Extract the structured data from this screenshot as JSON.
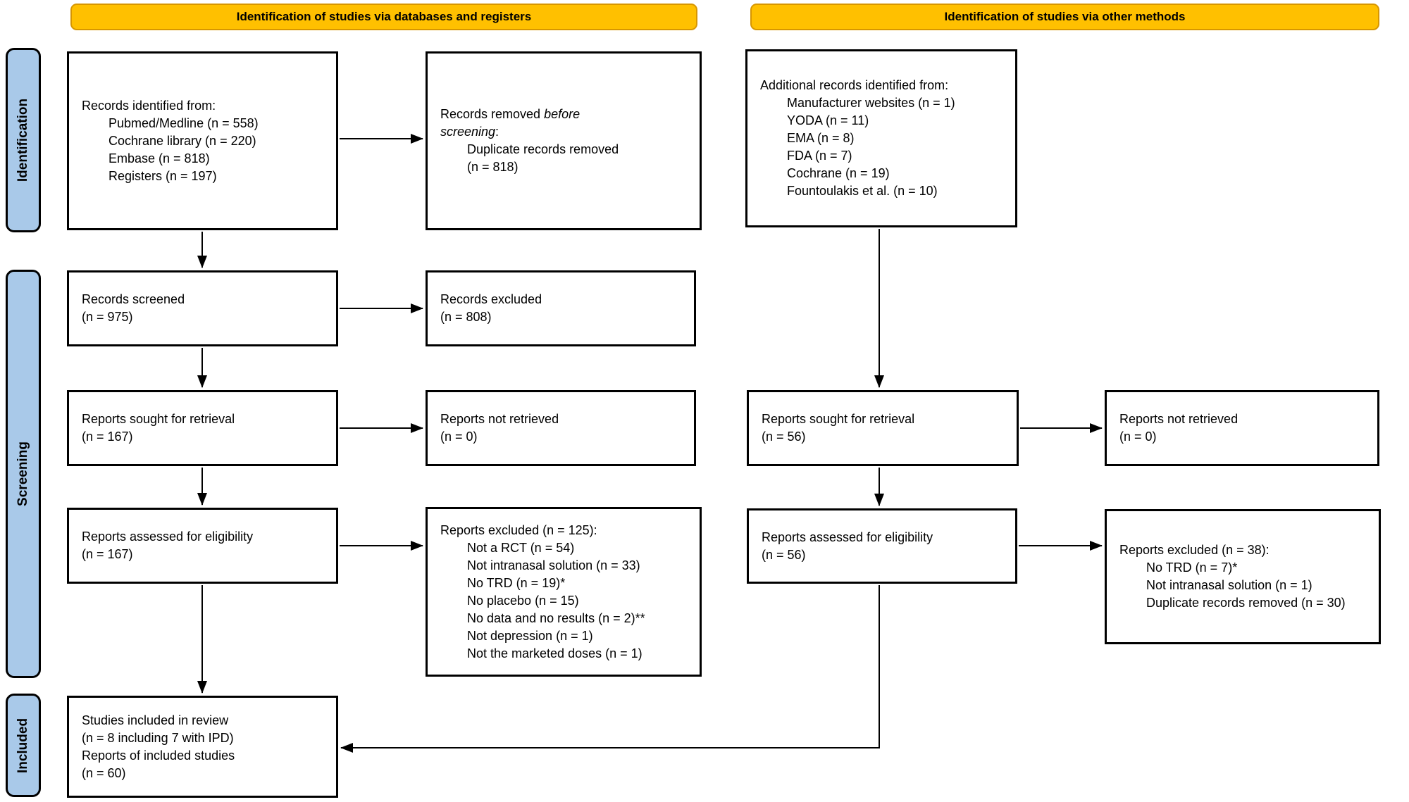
{
  "headers": {
    "left": "Identification of studies via databases and registers",
    "right": "Identification of studies via other methods"
  },
  "stages": {
    "identification": "Identification",
    "screening": "Screening",
    "included": "Included"
  },
  "colors": {
    "banner_fill": "#FFC000",
    "banner_border": "#D79600",
    "stage_fill": "#A9C9E9",
    "box_border": "#000000",
    "arrow_color": "#000000"
  },
  "boxes": {
    "records_identified": {
      "lines": [
        {
          "indent": false,
          "segments": [
            {
              "text": "Records identified from:"
            }
          ]
        },
        {
          "indent": true,
          "segments": [
            {
              "text": "Pubmed/Medline (n = 558)"
            }
          ]
        },
        {
          "indent": true,
          "segments": [
            {
              "text": "Cochrane library (n = 220)"
            }
          ]
        },
        {
          "indent": true,
          "segments": [
            {
              "text": "Embase (n = 818)"
            }
          ]
        },
        {
          "indent": true,
          "segments": [
            {
              "text": "Registers (n = 197)"
            }
          ]
        }
      ]
    },
    "records_removed": {
      "lines": [
        {
          "indent": false,
          "segments": [
            {
              "text": "Records removed "
            },
            {
              "text": "before",
              "italic": true
            }
          ]
        },
        {
          "indent": false,
          "segments": [
            {
              "text": "screening",
              "italic": true
            },
            {
              "text": ":"
            }
          ]
        },
        {
          "indent": true,
          "segments": [
            {
              "text": "Duplicate records removed"
            }
          ]
        },
        {
          "indent": true,
          "segments": [
            {
              "text": "(n = 818)"
            }
          ]
        }
      ]
    },
    "records_screened": {
      "lines": [
        {
          "indent": false,
          "segments": [
            {
              "text": "Records screened"
            }
          ]
        },
        {
          "indent": false,
          "segments": [
            {
              "text": "(n = 975)"
            }
          ]
        }
      ]
    },
    "records_excluded": {
      "lines": [
        {
          "indent": false,
          "segments": [
            {
              "text": "Records excluded"
            }
          ]
        },
        {
          "indent": false,
          "segments": [
            {
              "text": "(n = 808)"
            }
          ]
        }
      ]
    },
    "reports_sought_db": {
      "lines": [
        {
          "indent": false,
          "segments": [
            {
              "text": "Reports sought for retrieval"
            }
          ]
        },
        {
          "indent": false,
          "segments": [
            {
              "text": "(n = 167)"
            }
          ]
        }
      ]
    },
    "reports_not_retrieved_db": {
      "lines": [
        {
          "indent": false,
          "segments": [
            {
              "text": "Reports not retrieved"
            }
          ]
        },
        {
          "indent": false,
          "segments": [
            {
              "text": "(n = 0)"
            }
          ]
        }
      ]
    },
    "reports_assessed_db": {
      "lines": [
        {
          "indent": false,
          "segments": [
            {
              "text": "Reports assessed for eligibility"
            }
          ]
        },
        {
          "indent": false,
          "segments": [
            {
              "text": "(n = 167)"
            }
          ]
        }
      ]
    },
    "reports_excluded_db": {
      "lines": [
        {
          "indent": false,
          "segments": [
            {
              "text": "Reports excluded (n = 125):"
            }
          ]
        },
        {
          "indent": true,
          "segments": [
            {
              "text": "Not a RCT (n = 54)"
            }
          ]
        },
        {
          "indent": true,
          "segments": [
            {
              "text": "Not intranasal solution (n = 33)"
            }
          ]
        },
        {
          "indent": true,
          "segments": [
            {
              "text": "No TRD (n = 19)*"
            }
          ]
        },
        {
          "indent": true,
          "segments": [
            {
              "text": "No placebo (n = 15)"
            }
          ]
        },
        {
          "indent": true,
          "segments": [
            {
              "text": "No data and no results (n = 2)**"
            }
          ]
        },
        {
          "indent": true,
          "segments": [
            {
              "text": "Not depression (n = 1)"
            }
          ]
        },
        {
          "indent": true,
          "segments": [
            {
              "text": "Not the marketed doses (n = 1)"
            }
          ]
        }
      ]
    },
    "studies_included": {
      "lines": [
        {
          "indent": false,
          "segments": [
            {
              "text": "Studies included in review"
            }
          ]
        },
        {
          "indent": false,
          "segments": [
            {
              "text": "(n = 8 including 7 with IPD)"
            }
          ]
        },
        {
          "indent": false,
          "segments": [
            {
              "text": "Reports of included studies"
            }
          ]
        },
        {
          "indent": false,
          "segments": [
            {
              "text": "(n = 60)"
            }
          ]
        }
      ]
    },
    "additional_records": {
      "lines": [
        {
          "indent": false,
          "segments": [
            {
              "text": "Additional records identified from:"
            }
          ]
        },
        {
          "indent": true,
          "segments": [
            {
              "text": "Manufacturer websites (n = 1)"
            }
          ]
        },
        {
          "indent": true,
          "segments": [
            {
              "text": "YODA (n = 11)"
            }
          ]
        },
        {
          "indent": true,
          "segments": [
            {
              "text": "EMA (n = 8)"
            }
          ]
        },
        {
          "indent": true,
          "segments": [
            {
              "text": "FDA (n = 7)"
            }
          ]
        },
        {
          "indent": true,
          "segments": [
            {
              "text": "Cochrane (n = 19)"
            }
          ]
        },
        {
          "indent": true,
          "segments": [
            {
              "text": "Fountoulakis et al. (n = 10)"
            }
          ]
        }
      ]
    },
    "reports_sought_other": {
      "lines": [
        {
          "indent": false,
          "segments": [
            {
              "text": "Reports sought for retrieval"
            }
          ]
        },
        {
          "indent": false,
          "segments": [
            {
              "text": "(n = 56)"
            }
          ]
        }
      ]
    },
    "reports_not_retrieved_other": {
      "lines": [
        {
          "indent": false,
          "segments": [
            {
              "text": "Reports not retrieved"
            }
          ]
        },
        {
          "indent": false,
          "segments": [
            {
              "text": "(n = 0)"
            }
          ]
        }
      ]
    },
    "reports_assessed_other": {
      "lines": [
        {
          "indent": false,
          "segments": [
            {
              "text": "Reports assessed for eligibility"
            }
          ]
        },
        {
          "indent": false,
          "segments": [
            {
              "text": "(n = 56)"
            }
          ]
        }
      ]
    },
    "reports_excluded_other": {
      "lines": [
        {
          "indent": false,
          "segments": [
            {
              "text": "Reports excluded (n = 38):"
            }
          ]
        },
        {
          "indent": true,
          "segments": [
            {
              "text": "No TRD (n = 7)*"
            }
          ]
        },
        {
          "indent": true,
          "segments": [
            {
              "text": "Not intranasal solution (n = 1)"
            }
          ]
        },
        {
          "indent": true,
          "segments": [
            {
              "text": "Duplicate records removed (n = 30)"
            }
          ]
        }
      ]
    }
  }
}
